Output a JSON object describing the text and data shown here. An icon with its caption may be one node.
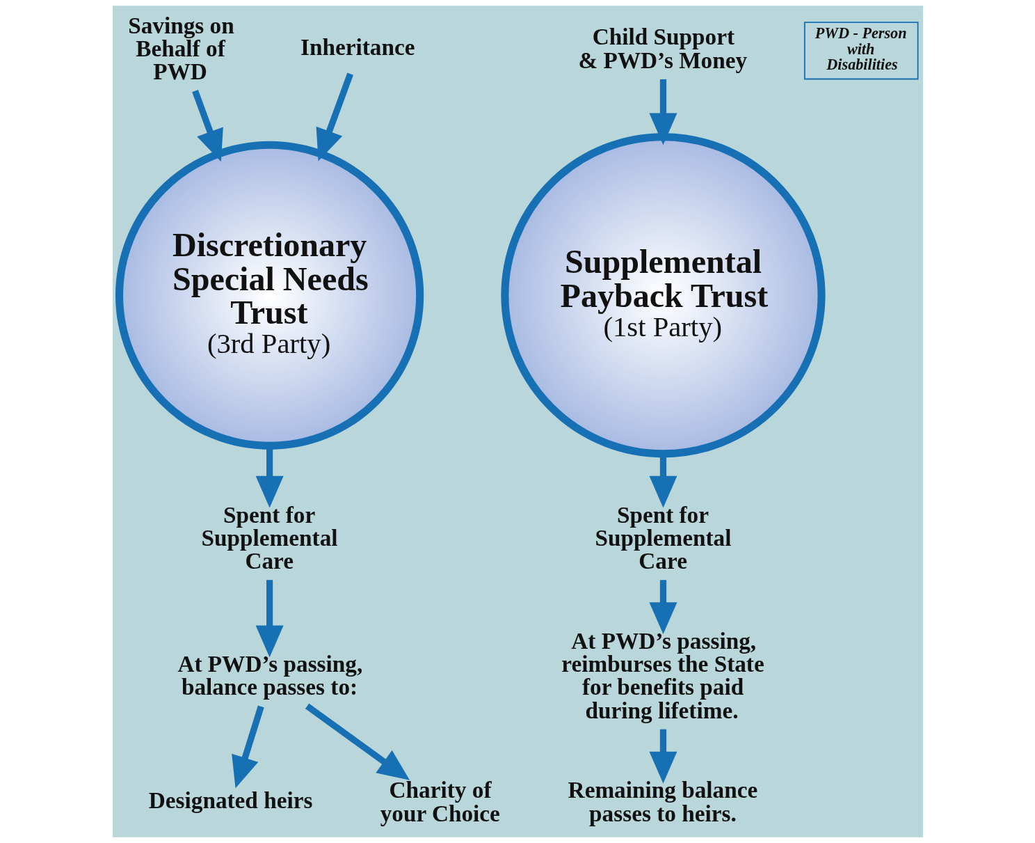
{
  "diagram": {
    "nodes": [
      {
        "text": [
          "Savings on Behalf of PWD"
        ]
      },
      {
        "text": [
          "Inheritance"
        ]
      },
      {
        "text": [
          "Discretionary Special Needs Trust",
          "(3rd Party)"
        ]
      },
      {
        "text": [
          "Child Support & PWD’s Money"
        ]
      },
      {
        "text": [
          "Supplemental Payback Trust",
          "(1st Party)"
        ]
      },
      {
        "text": [
          "Spent for Supplemental Care"
        ]
      },
      {
        "text": [
          "At PWD’s passing, balance passes to:"
        ]
      },
      {
        "text": [
          "Designated heirs"
        ]
      },
      {
        "text": [
          "Charity of your Choice"
        ]
      },
      {
        "text": [
          "Spent for Supplemental Care"
        ]
      },
      {
        "text": [
          "At PWD’s passing, reimburses the State for benefits paid during lifetime."
        ]
      },
      {
        "text": [
          "Remaining balance passes to heirs."
        ]
      },
      {
        "text": [
          "PWD - Person with Disabilities"
        ]
      }
    ],
    "edges": [
      {
        "from": 0,
        "to": 2,
        "arrow": "to"
      },
      {
        "from": 1,
        "to": 2,
        "arrow": "to"
      },
      {
        "from": 2,
        "to": 5,
        "arrow": "to"
      },
      {
        "from": 5,
        "to": 6,
        "arrow": "to"
      },
      {
        "from": 6,
        "to": 7,
        "arrow": "to"
      },
      {
        "from": 6,
        "to": 8,
        "arrow": "to"
      },
      {
        "from": 3,
        "to": 4,
        "arrow": "to"
      },
      {
        "from": 4,
        "to": 9,
        "arrow": "to"
      },
      {
        "from": 9,
        "to": 10,
        "arrow": "to"
      },
      {
        "from": 10,
        "to": 11,
        "arrow": "to"
      }
    ]
  }
}
